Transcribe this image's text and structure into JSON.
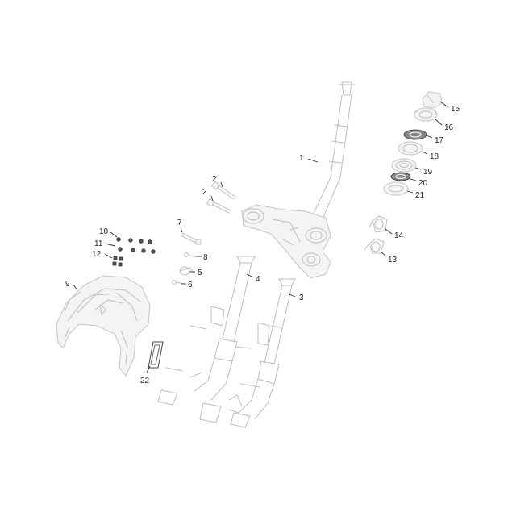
{
  "callouts": [
    {
      "id": "1",
      "text": "1"
    },
    {
      "id": "2a",
      "text": "2"
    },
    {
      "id": "2b",
      "text": "2"
    },
    {
      "id": "3",
      "text": "3"
    },
    {
      "id": "4",
      "text": "4"
    },
    {
      "id": "5",
      "text": "5"
    },
    {
      "id": "6",
      "text": "6"
    },
    {
      "id": "7",
      "text": "7"
    },
    {
      "id": "8",
      "text": "8"
    },
    {
      "id": "9",
      "text": "9"
    },
    {
      "id": "10",
      "text": "10"
    },
    {
      "id": "11",
      "text": "11"
    },
    {
      "id": "12",
      "text": "12"
    },
    {
      "id": "13",
      "text": "13"
    },
    {
      "id": "14",
      "text": "14"
    },
    {
      "id": "15",
      "text": "15"
    },
    {
      "id": "16",
      "text": "16"
    },
    {
      "id": "17",
      "text": "17"
    },
    {
      "id": "18",
      "text": "18"
    },
    {
      "id": "19",
      "text": "19"
    },
    {
      "id": "20",
      "text": "20"
    },
    {
      "id": "21",
      "text": "21"
    },
    {
      "id": "22",
      "text": "22"
    }
  ]
}
